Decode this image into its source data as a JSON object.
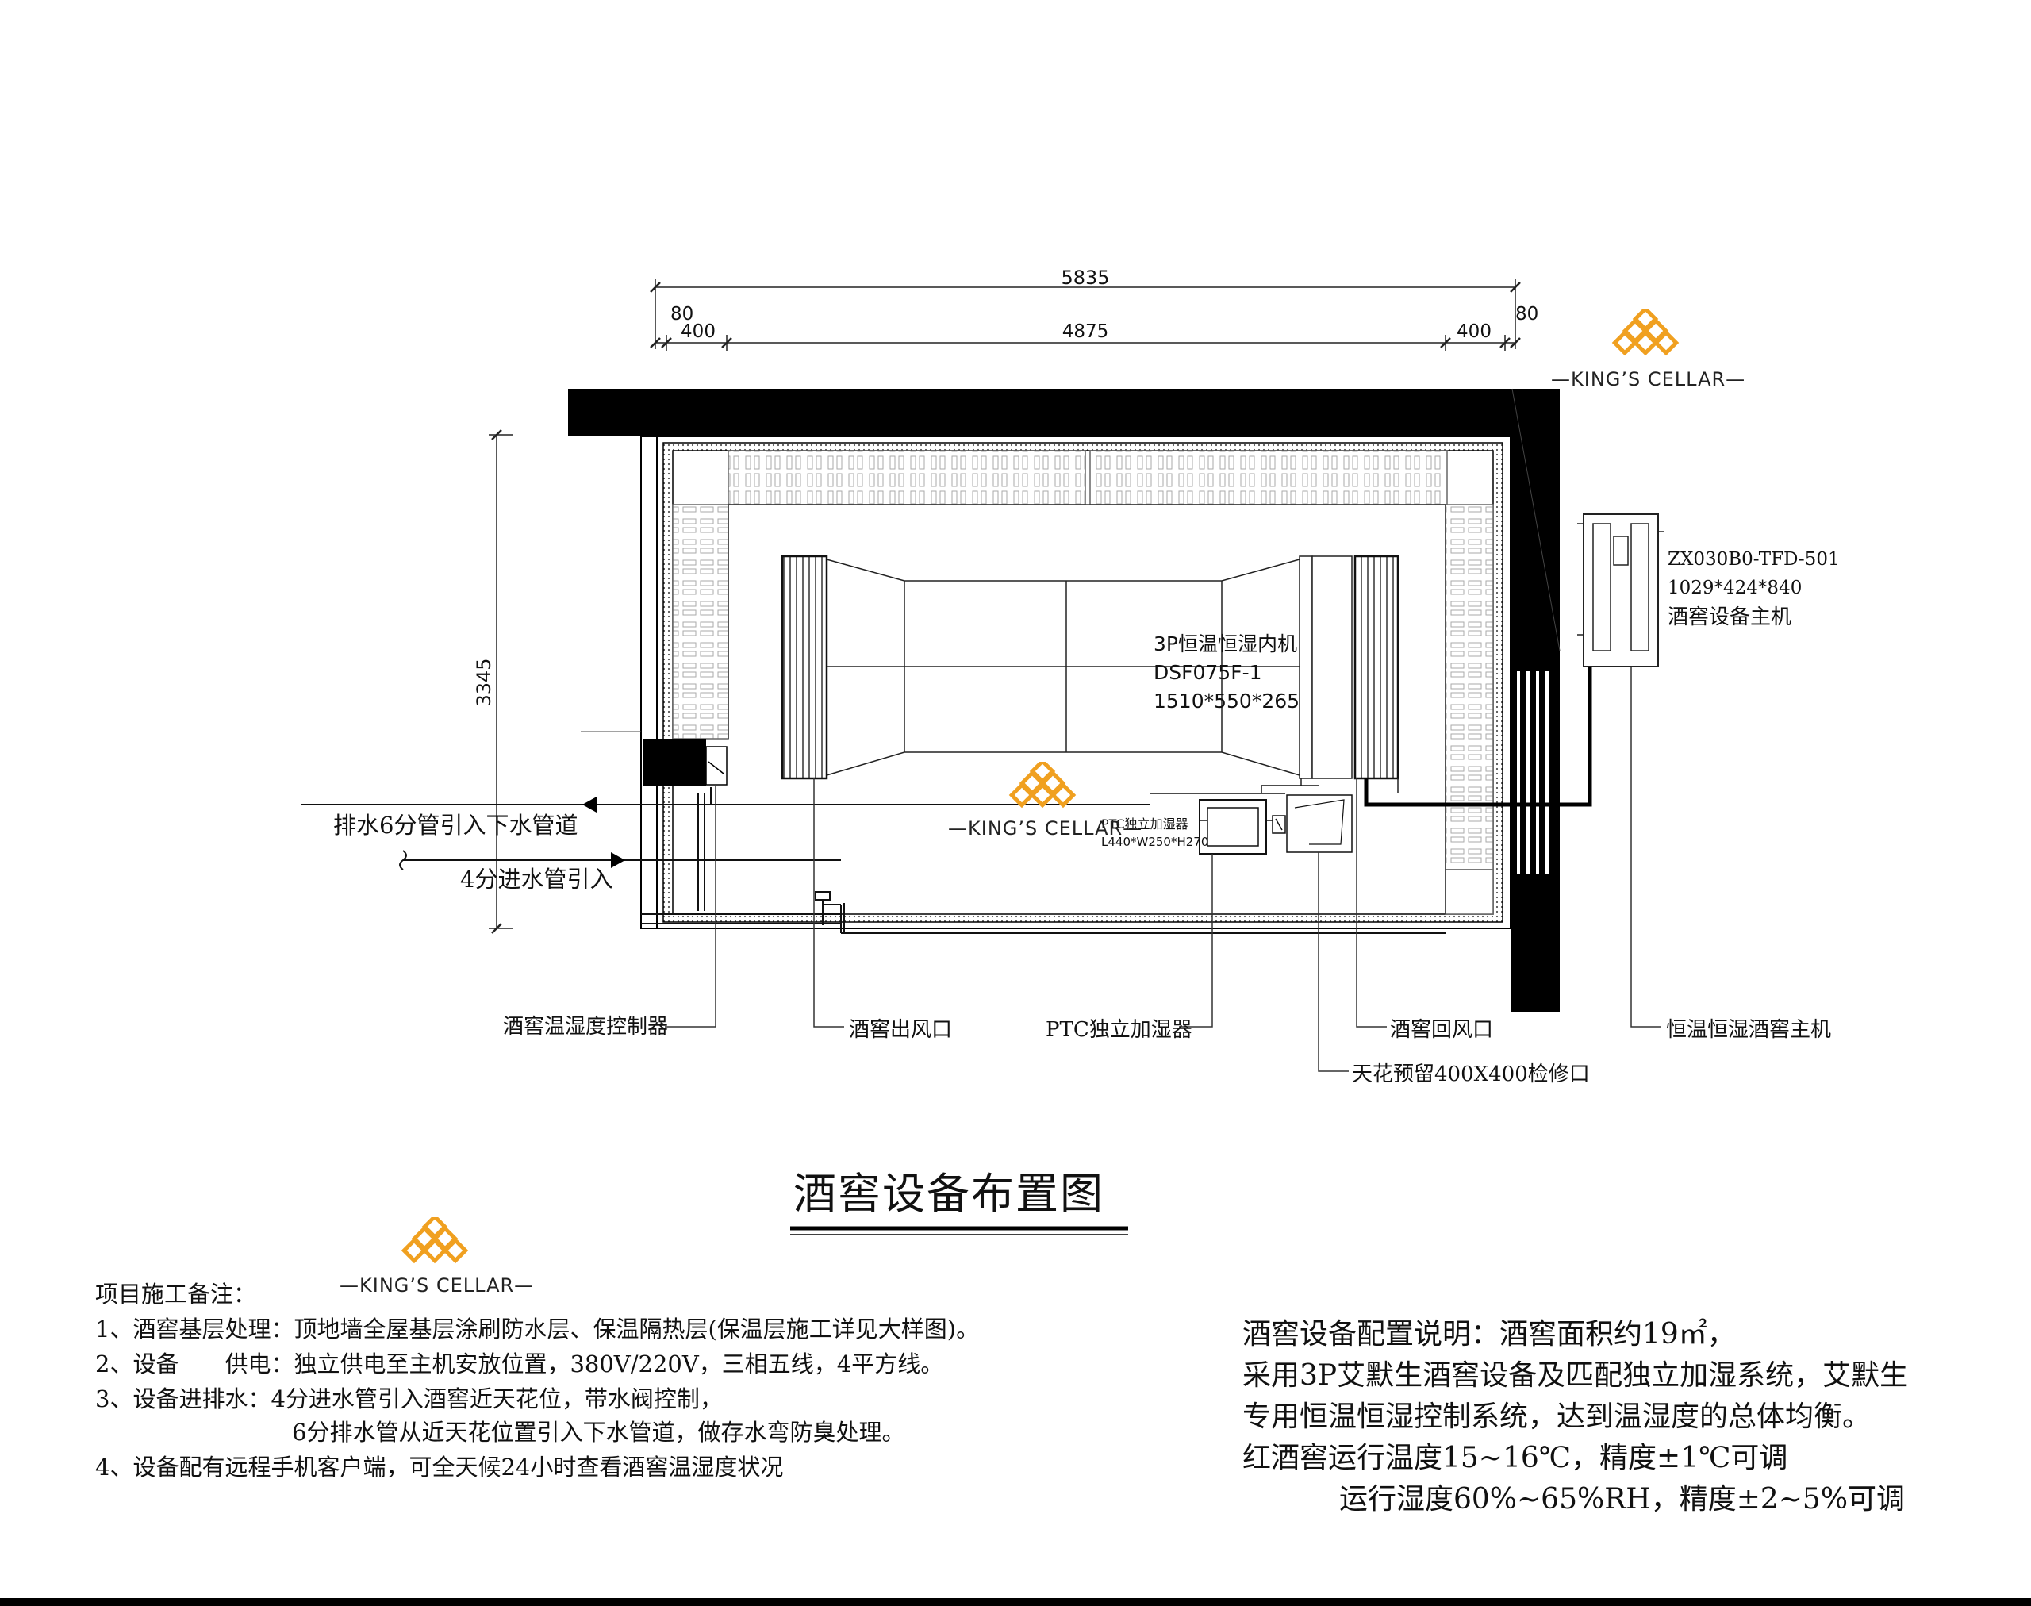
{
  "dimensions": {
    "total": "5835",
    "left_gap": "80",
    "left_side": "400",
    "middle": "4875",
    "right_side": "400",
    "right_gap": "80",
    "height": "3345"
  },
  "brand": {
    "name": "KING’S CELLAR",
    "color": "#F0A020"
  },
  "units": {
    "indoor_line1": "3P恒温恒湿内机",
    "indoor_line2": "DSF075F-1",
    "indoor_line3": "1510*550*265",
    "main_model": "ZX030B0-TFD-501",
    "main_size": "1029*424*840",
    "main_name": "酒窖设备主机",
    "humid_small_1": "PTC独立加湿器",
    "humid_small_2": "L440*W250*H270"
  },
  "pipes": {
    "drain": "排水6分管引入下水管道",
    "inlet": "4分进水管引入"
  },
  "callouts": {
    "controller": "酒窖温湿度控制器",
    "outlet": "酒窖出风口",
    "humidifier": "PTC独立加湿器",
    "return": "酒窖回风口",
    "access": "天花预留400X400检修口",
    "main_unit": "恒温恒湿酒窖主机"
  },
  "title": "酒窖设备布置图",
  "notes": {
    "heading": "项目施工备注：",
    "items": [
      "1、酒窖基层处理：顶地墙全屋基层涂刷防水层、保温隔热层(保温层施工详见大样图)。",
      "2、设备　　供电：独立供电至主机安放位置，380V/220V，三相五线，4平方线。",
      "3、设备进排水：4分进水管引入酒窖近天花位，带水阀控制，",
      "6分排水管从近天花位置引入下水管道，做存水弯防臭处理。",
      "4、设备配有远程手机客户端，可全天候24小时查看酒窖温湿度状况"
    ]
  },
  "spec": {
    "lines": [
      "酒窖设备配置说明：酒窖面积约19㎡，",
      "采用3P艾默生酒窖设备及匹配独立加湿系统，艾默生",
      "专用恒温恒湿控制系统，达到温湿度的总体均衡。",
      "红酒窖运行温度15~16℃，精度±1℃可调",
      "运行湿度60%~65%RH，精度±2~5%可调"
    ]
  }
}
